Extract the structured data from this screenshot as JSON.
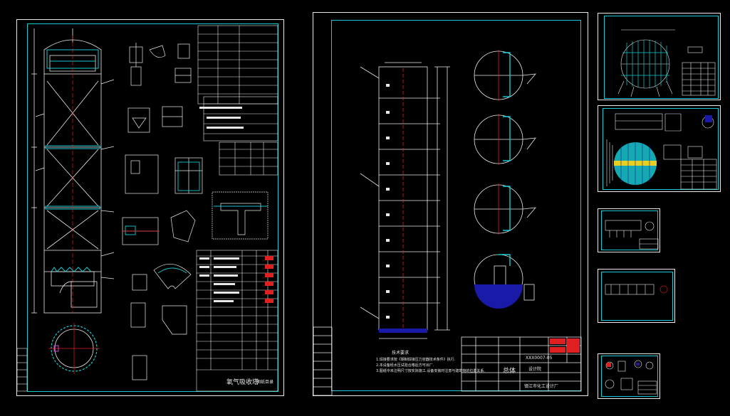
{
  "background": "#000000",
  "colors": {
    "sheet_border": "#e8e8e8",
    "frame": "#19c8d0",
    "centerline": "#e02020",
    "fill_blue": "#1a1aa8",
    "highlight_red": "#e02020",
    "highlight_yellow": "#e8d020"
  },
  "sheets": [
    {
      "id": "sheet-1",
      "title": "氧气吸收塔",
      "sub": "图纸目录"
    },
    {
      "id": "sheet-2",
      "title": "总体",
      "drawing_no": "XXX0007-05",
      "designer": "设计院",
      "company": "镇江市化工设计厂",
      "notes_title": "技术要求",
      "notes": [
        "1.焊接要求按《钢制焊接压力容器技术条件》执行.",
        "2.本设备经水压试验合格后方可出厂.",
        "3.图纸中未注明尺寸按实际施工.设备安装时注意与建筑物的位置关系."
      ]
    },
    {
      "id": "sheet-3"
    },
    {
      "id": "sheet-4"
    },
    {
      "id": "sheet-5"
    },
    {
      "id": "sheet-6"
    },
    {
      "id": "sheet-7"
    }
  ]
}
